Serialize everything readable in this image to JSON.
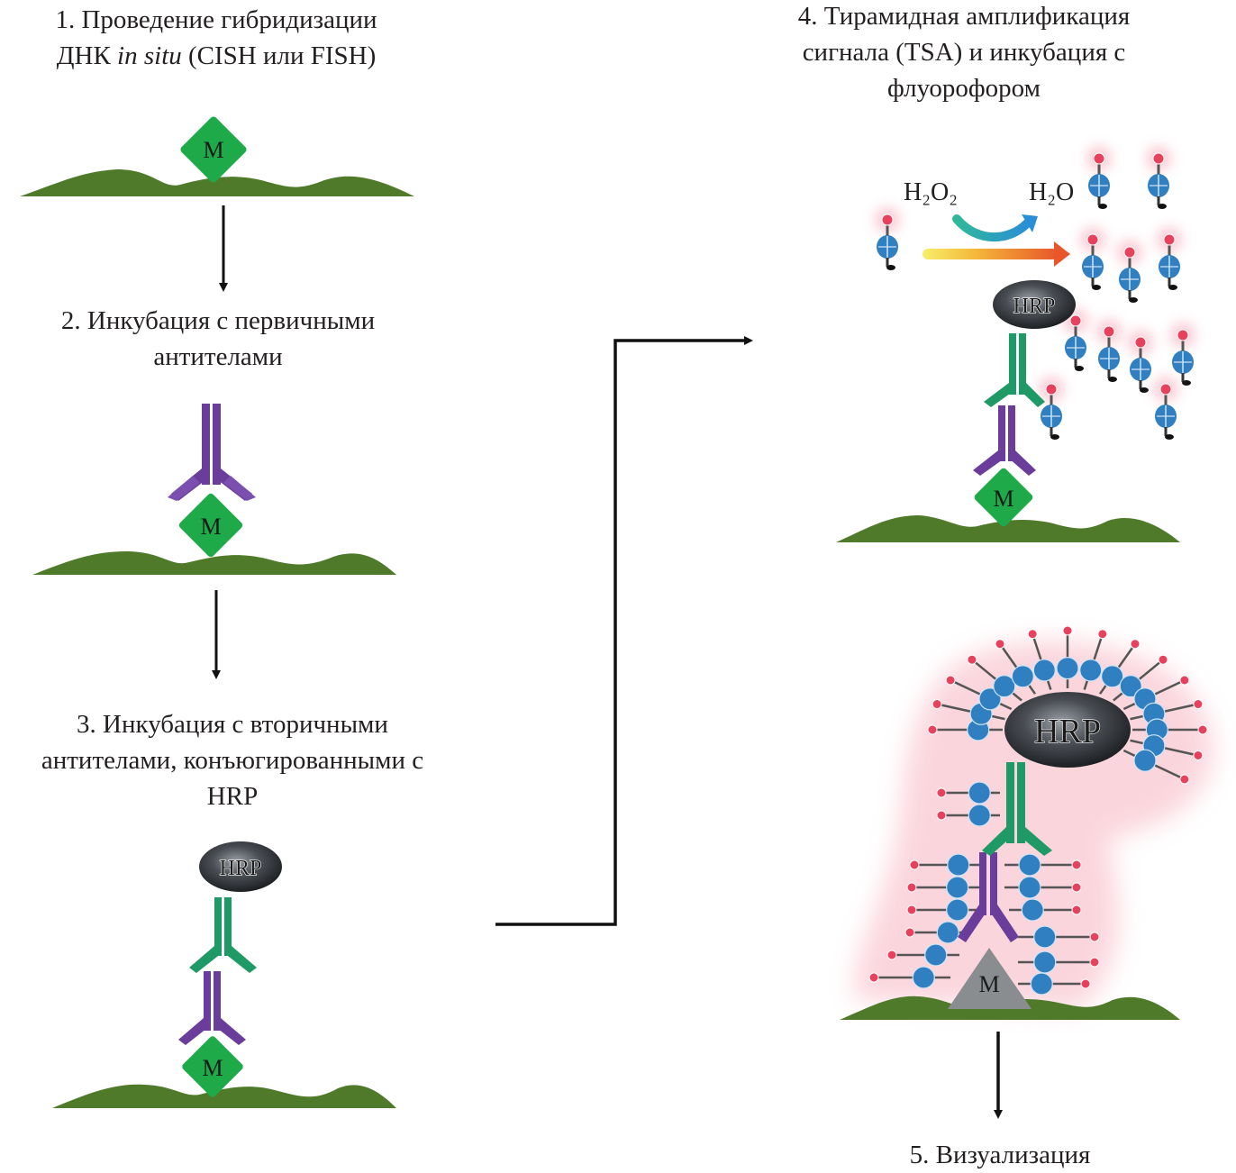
{
  "steps": [
    {
      "number": "1.",
      "lines": [
        "Проведение гибридизации"
      ],
      "line2_prefix": "ДНК ",
      "line2_italic": "in situ",
      "line2_suffix": " (CISH или FISH)"
    },
    {
      "number": "2.",
      "lines": [
        "Инкубация с первичными",
        "антителами"
      ]
    },
    {
      "number": "3.",
      "lines": [
        "Инкубация с вторичными",
        "антителами, конъюгированными с",
        "HRP"
      ]
    },
    {
      "number": "4.",
      "lines": [
        "Тирамидная амплификация",
        "сигнала (TSA) и инкубация с",
        "флуорофором"
      ]
    },
    {
      "number": "5.",
      "lines": [
        "Визуализация"
      ]
    }
  ],
  "labels": {
    "marker": "M",
    "enzyme": "HRP",
    "reactant": "H₂O₂",
    "product": "H₂O"
  },
  "colors": {
    "tissue_green": "#4f7a2a",
    "marker_green": "#1faa4a",
    "primary_antibody": "#6a3d9a",
    "secondary_antibody": "#1f9a66",
    "hrp_gray": "#3a3d42",
    "tyramide_blue": "#2f7fc1",
    "fluorophore_red": "#e8415e",
    "arrow_black": "#111111",
    "marker_gray": "#8a8d90"
  }
}
